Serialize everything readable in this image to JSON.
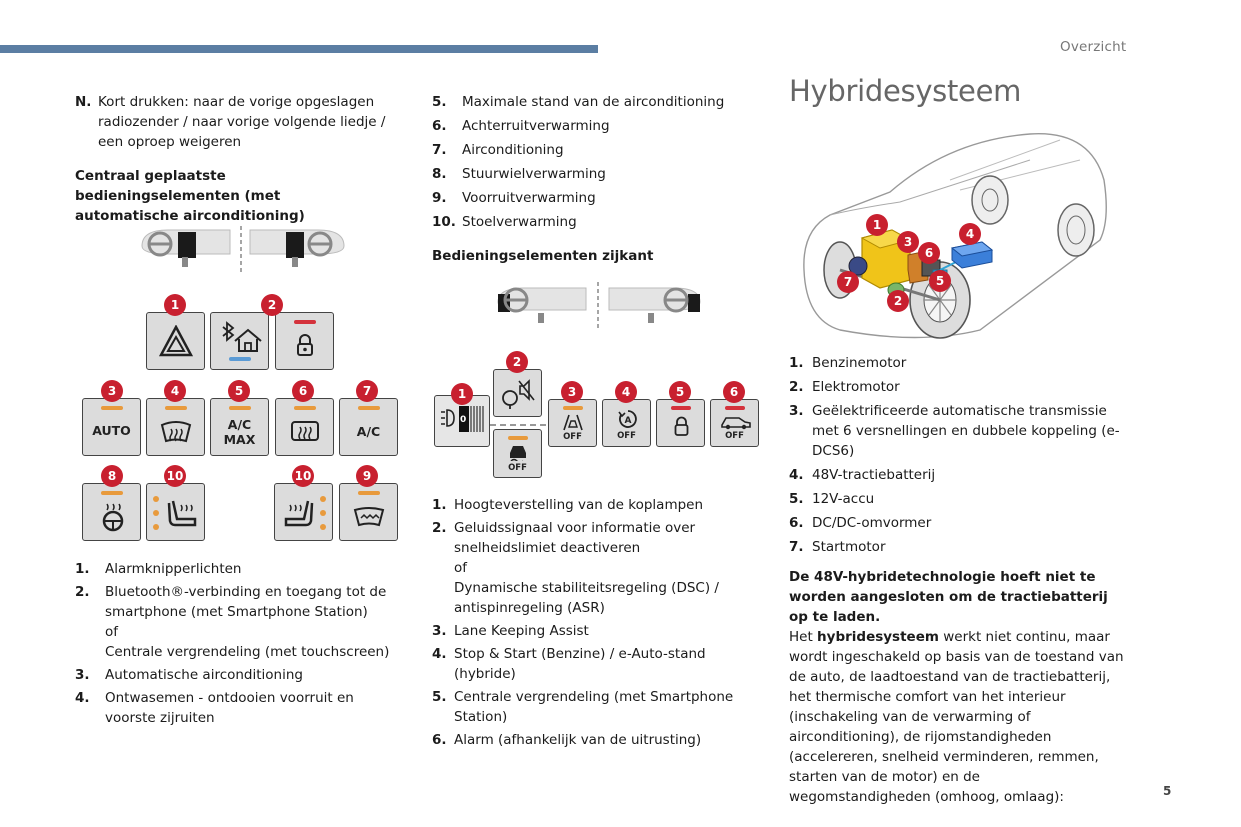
{
  "header": {
    "section": "Overzicht",
    "page_number": "5"
  },
  "col1": {
    "intro": {
      "num": "N.",
      "text": "Kort drukken: naar de vorige opgeslagen radiozender / naar vorige volgende liedje / een oproep weigeren"
    },
    "heading": "Centraal geplaatste bedieningselementen (met automatische airconditioning)",
    "panel": {
      "badges": [
        "1",
        "2",
        "3",
        "4",
        "5",
        "6",
        "7",
        "8",
        "10",
        "10",
        "9"
      ],
      "labels": {
        "auto": "AUTO",
        "acmax": "A/C\nMAX",
        "ac": "A/C"
      }
    },
    "list": [
      {
        "num": "1.",
        "text": "Alarmknipperlichten"
      },
      {
        "num": "2.",
        "text": "Bluetooth®-verbinding en toegang tot de smartphone (met Smartphone Station)"
      },
      {
        "num": "",
        "text": "of"
      },
      {
        "num": "",
        "text": "Centrale vergrendeling (met touchscreen)"
      },
      {
        "num": "3.",
        "text": "Automatische airconditioning"
      },
      {
        "num": "4.",
        "text": "Ontwasemen - ontdooien voorruit en voorste zijruiten"
      }
    ]
  },
  "col2": {
    "list_top": [
      {
        "num": "5.",
        "text": "Maximale stand van de airconditioning"
      },
      {
        "num": "6.",
        "text": "Achterruitverwarming"
      },
      {
        "num": "7.",
        "text": "Airconditioning"
      },
      {
        "num": "8.",
        "text": "Stuurwielverwarming"
      },
      {
        "num": "9.",
        "text": "Voorruitverwarming"
      },
      {
        "num": "10.",
        "text": "Stoelverwarming"
      }
    ],
    "heading": "Bedieningselementen zijkant",
    "panel": {
      "badges": [
        "1",
        "2",
        "3",
        "4",
        "5",
        "6"
      ],
      "labels": {
        "off": "OFF",
        "zero": "0"
      }
    },
    "list": [
      {
        "num": "1.",
        "text": "Hoogteverstelling van de koplampen"
      },
      {
        "num": "2.",
        "text": "Geluidssignaal voor informatie over snelheidslimiet deactiveren"
      },
      {
        "num": "",
        "text": "of"
      },
      {
        "num": "",
        "text": "Dynamische stabiliteitsregeling (DSC) / antispinregeling (ASR)"
      },
      {
        "num": "3.",
        "text": "Lane Keeping Assist"
      },
      {
        "num": "4.",
        "text": "Stop & Start (Benzine) / e-Auto-stand (hybride)"
      },
      {
        "num": "5.",
        "text": "Centrale vergrendeling (met Smartphone Station)"
      },
      {
        "num": "6.",
        "text": "Alarm (afhankelijk van de uitrusting)"
      }
    ]
  },
  "col3": {
    "title": "Hybridesysteem",
    "diagram_badges": [
      "1",
      "2",
      "3",
      "4",
      "5",
      "6",
      "7"
    ],
    "list": [
      {
        "num": "1.",
        "text": "Benzinemotor"
      },
      {
        "num": "2.",
        "text": "Elektromotor"
      },
      {
        "num": "3.",
        "text": "Geëlektrificeerde automatische transmissie met 6 versnellingen en dubbele koppeling (e-DCS6)"
      },
      {
        "num": "4.",
        "text": "48V-tractiebatterij"
      },
      {
        "num": "5.",
        "text": "12V-accu"
      },
      {
        "num": "6.",
        "text": "DC/DC-omvormer"
      },
      {
        "num": "7.",
        "text": "Startmotor"
      }
    ],
    "para_bold": "De 48V-hybridetechnologie hoeft niet te worden aangesloten om de tractiebatterij op te laden.",
    "para_pre": "Het ",
    "para_strong": "hybridesysteem",
    "para_rest": " werkt niet continu, maar wordt ingeschakeld op basis van de toestand van de auto, de laadtoestand van de tractiebatterij, het thermische comfort van het interieur (inschakeling van de verwarming of airconditioning), de rijomstandigheden (accelereren, snelheid verminderen, remmen, starten van de motor) en de wegomstandigheden (omhoog, omlaag):"
  },
  "colors": {
    "accent_bar": "#5b7ea3",
    "badge": "#c8202f",
    "led_orange": "#e89a3c",
    "led_red": "#d4323c",
    "led_blue": "#5b9bd5",
    "button_bg": "#dcdcdc"
  }
}
